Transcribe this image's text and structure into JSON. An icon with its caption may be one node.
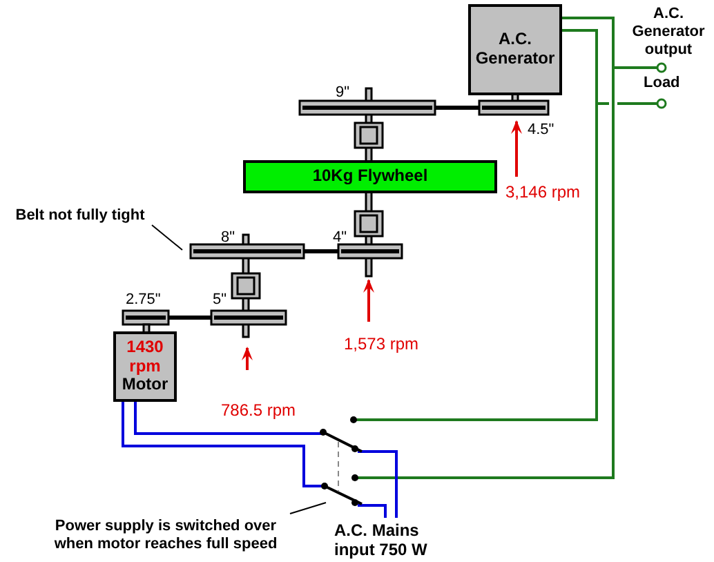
{
  "diagram": {
    "nodes": [
      {
        "text": [
          "A.C. Generator"
        ]
      },
      {
        "text": [
          "10Kg Flywheel"
        ]
      },
      {
        "text": [
          "1430 rpm",
          "Motor"
        ]
      },
      {
        "text": [
          "Belt not fully tight"
        ]
      },
      {
        "text": [
          "Power supply is switched over when motor reaches full speed"
        ]
      }
    ],
    "edges": [
      {
        "from": 3,
        "to": null,
        "arrow": "none"
      },
      {
        "from": 4,
        "to": null,
        "arrow": "none"
      }
    ],
    "labels": [
      "A.C. Generator output",
      "Load",
      "9\"",
      "4.5\"",
      "3,146 rpm",
      "8\"",
      "4\"",
      "2.75\"",
      "5\"",
      "1,573 rpm",
      "786.5 rpm",
      "A.C. Mains input 750 W"
    ]
  }
}
